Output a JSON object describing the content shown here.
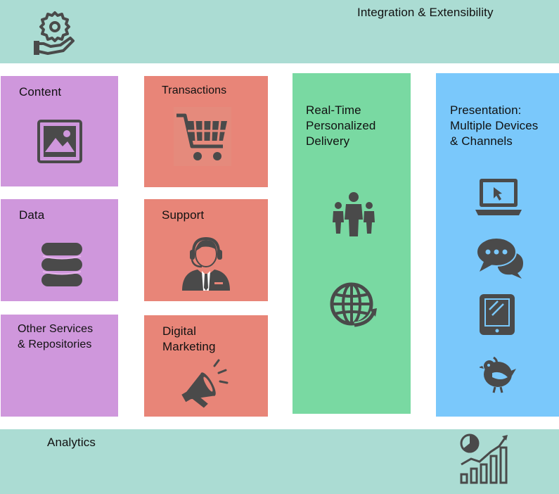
{
  "header": {
    "title": "Integration & Extensibility",
    "icon": "gear-hand-icon"
  },
  "footer": {
    "title": "Analytics",
    "icon": "analytics-chart-icon"
  },
  "columns": {
    "sources": [
      {
        "label": "Content",
        "icon": "image-icon"
      },
      {
        "label": "Data",
        "icon": "database-icon"
      },
      {
        "label": "Other Services\n& Repositories"
      }
    ],
    "channels": [
      {
        "label": "Transactions",
        "icon": "shopping-cart-icon"
      },
      {
        "label": "Support",
        "icon": "support-agent-icon"
      },
      {
        "label": "Digital\nMarketing",
        "icon": "megaphone-icon"
      }
    ],
    "delivery": {
      "label": "Real-Time\nPersonalized\nDelivery",
      "icons": [
        "people-group-icon",
        "globe-refresh-icon"
      ]
    },
    "presentation": {
      "label": "Presentation:\nMultiple Devices\n& Channels",
      "icons": [
        "laptop-icon",
        "chat-bubbles-icon",
        "tablet-icon",
        "bird-icon"
      ]
    }
  },
  "colors": {
    "band": "#abdcd3",
    "purple": "#cf97dc",
    "salmon": "#e88578",
    "green": "#79d9a2",
    "blue": "#7ac8fb",
    "icon": "#4a4a4a"
  }
}
